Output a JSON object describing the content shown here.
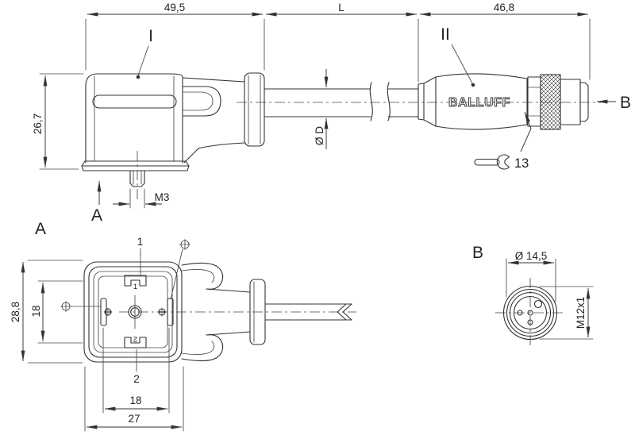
{
  "drawing": {
    "brand_label": "BALLUFF",
    "side_view": {
      "part1_label": "I",
      "part2_label": "II",
      "dim_body_width": "49,5",
      "dim_cable_length": "L",
      "dim_connector_length": "46,8",
      "dim_body_height": "26,7",
      "dim_stud": "M3",
      "dim_cable_dia": "Ø D",
      "wrench_size": "13",
      "arrow_a_label": "A",
      "arrow_b_label": "B"
    },
    "view_a": {
      "title": "A",
      "pin1_label": "1",
      "pin2_label": "2",
      "pin1_mark": "1",
      "pin2_mark": "2",
      "dim_outer_height": "28,8",
      "dim_pin_spacing_v": "18",
      "dim_pin_spacing_h": "18",
      "dim_outer_width": "27"
    },
    "view_b": {
      "title": "B",
      "dim_outer_dia": "Ø 14,5",
      "dim_thread": "M12x1"
    }
  }
}
